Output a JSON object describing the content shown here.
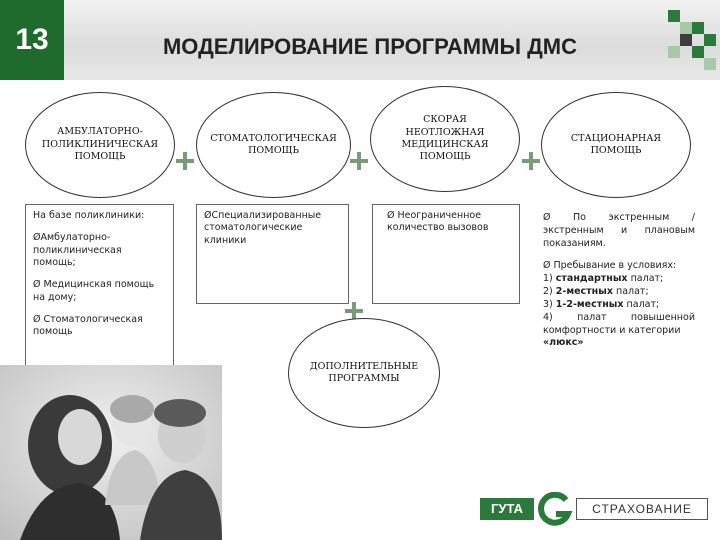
{
  "slide_number": "13",
  "title": "МОДЕЛИРОВАНИЕ ПРОГРАММЫ ДМС",
  "colors": {
    "accent_green": "#1e6b2d",
    "plus_color": "#7a9a7a"
  },
  "ovals": {
    "ambulatory": "АМБУЛАТОРНО-ПОЛИКЛИНИЧЕСКАЯ ПОМОЩЬ",
    "dental": "СТОМАТОЛОГИЧЕСКАЯ ПОМОЩЬ",
    "emergency": "СКОРАЯ НЕОТЛОЖНАЯ МЕДИЦИНСКАЯ ПОМОЩЬ",
    "inpatient": "СТАЦИОНАРНАЯ ПОМОЩЬ",
    "additional": "ДОПОЛНИТЕЛЬНЫЕ ПРОГРАММЫ"
  },
  "box_ambulatory": {
    "line1": "На базе поликлиники:",
    "line2": "ØАмбулаторно-поликлиническая помощь;",
    "line3": "Ø Медицинская помощь на дому;",
    "line4": "Ø Стоматологическая помощь"
  },
  "box_dental": {
    "line1": "ØСпециализированные стоматологические клиники"
  },
  "box_emergency": {
    "line1": "Ø Неограниченное",
    "line2": "количество вызовов"
  },
  "box_inpatient": {
    "line1": "Ø По экстренным / экстренным и плановым показаниям.",
    "line2": "Ø Пребывание в условиях:",
    "item1_prefix": "1) ",
    "item1_bold": "стандартных",
    "item1_rest": " палат;",
    "item2_prefix": "2) ",
    "item2_bold": "2-местных",
    "item2_rest": " палат;",
    "item3_prefix": "3) ",
    "item3_bold": "1-2-местных",
    "item3_rest": " палат;",
    "item4": "4) палат повышенной комфортности и категории",
    "item4_bold": "«люкс»"
  },
  "logo": {
    "left": "ГУТА",
    "right": "СТРАХОВАНИЕ"
  }
}
